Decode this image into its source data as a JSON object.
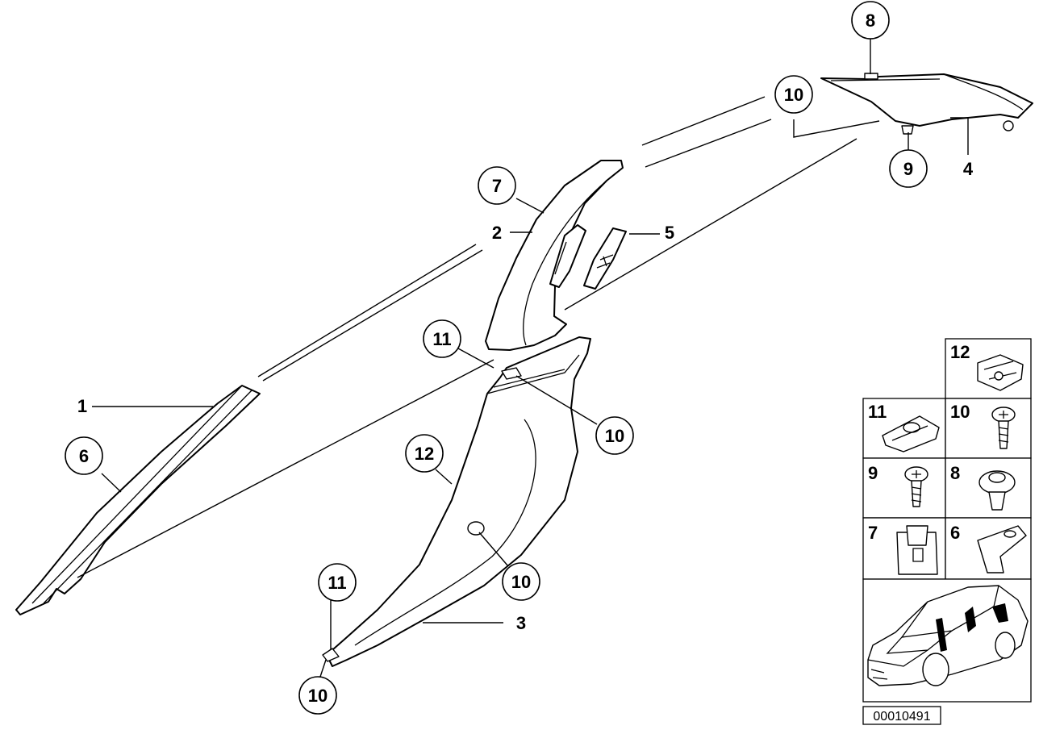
{
  "callouts": {
    "c8": "8",
    "c10_top": "10",
    "c9": "9",
    "l4": "4",
    "c7": "7",
    "l2": "2",
    "l5": "5",
    "c11_mid": "11",
    "c10_mid": "10",
    "l1": "1",
    "c6": "6",
    "c12": "12",
    "c10_low": "10",
    "l3": "3",
    "c11_bot": "11",
    "c10_bot": "10"
  },
  "legend": {
    "p12": "12",
    "p11": "11",
    "p10": "10",
    "p9": "9",
    "p8": "8",
    "p7": "7",
    "p6": "6"
  },
  "reference_number": "00010491"
}
